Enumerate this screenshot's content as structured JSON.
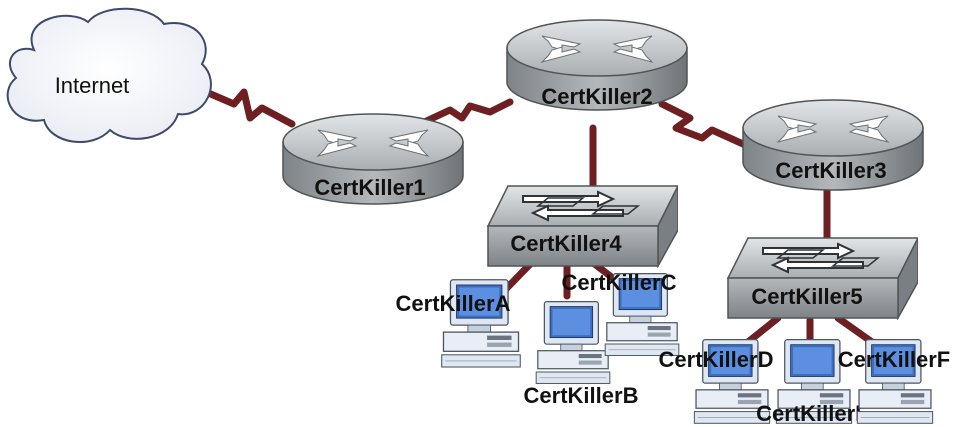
{
  "cloud": {
    "label": "Internet"
  },
  "routers": {
    "r1": {
      "label": "CertKiller1"
    },
    "r2": {
      "label": "CertKiller2"
    },
    "r3": {
      "label": "CertKiller3"
    }
  },
  "switches": {
    "s4": {
      "label": "CertKiller4"
    },
    "s5": {
      "label": "CertKiller5"
    }
  },
  "hosts": {
    "a": {
      "label": "CertKillerA"
    },
    "b": {
      "label": "CertKillerB"
    },
    "c": {
      "label": "CertKillerC"
    },
    "d": {
      "label": "CertKillerD"
    },
    "e": {
      "label": "CertKillerE"
    },
    "f": {
      "label": "CertKillerF"
    }
  },
  "colors": {
    "link": "#6e1f21",
    "device_body": "#8e9396",
    "device_top": "#c9cdcf",
    "monitor_screen": "#3b6fc4",
    "monitor_case": "#dfe7f2"
  }
}
